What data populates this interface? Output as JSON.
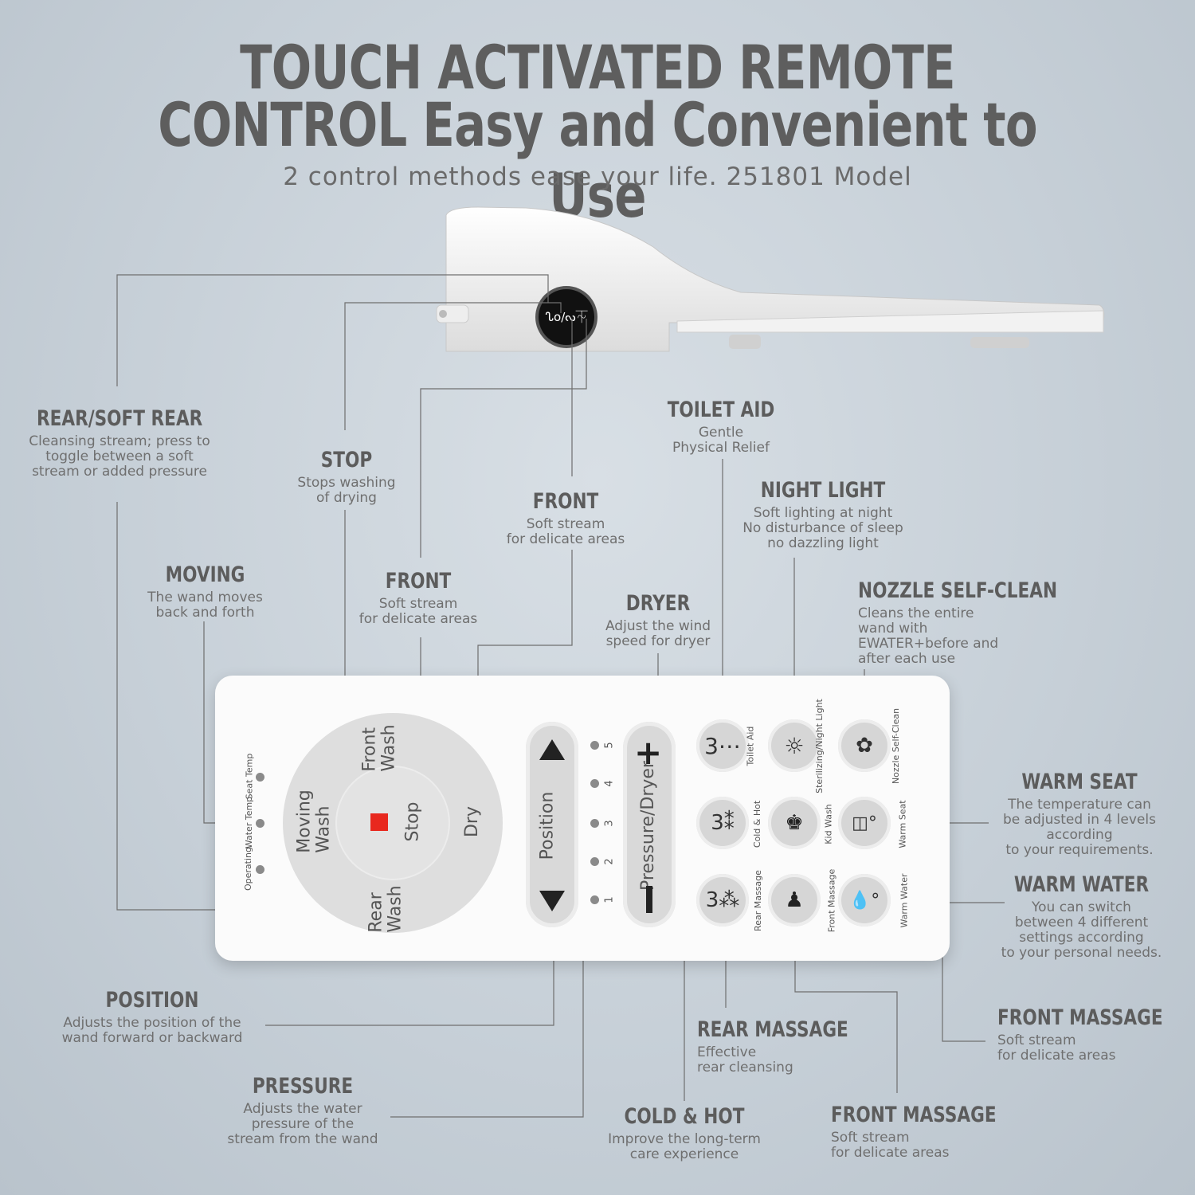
{
  "header": {
    "title_line1": "TOUCH ACTIVATED REMOTE",
    "title_line2": "CONTROL Easy and Convenient to Use",
    "subtitle": "2 control methods ease your life.  251801 Model"
  },
  "seat": {
    "knob_glyphs": "ᔐo/ᔓ⏇"
  },
  "labels": {
    "rear_soft_rear": {
      "title": "REAR/SOFT REAR",
      "desc": "Cleansing stream; press to\ntoggle between a soft\nstream or added pressure"
    },
    "stop": {
      "title": "STOP",
      "desc": "Stops washing\nof drying"
    },
    "front_upper": {
      "title": "FRONT",
      "desc": "Soft stream\nfor delicate areas"
    },
    "front_lower": {
      "title": "FRONT",
      "desc": "Soft stream\nfor delicate areas"
    },
    "moving": {
      "title": "MOVING",
      "desc": "The wand moves\nback and forth"
    },
    "toilet_aid": {
      "title": "TOILET AID",
      "desc": "Gentle\nPhysical Relief"
    },
    "night_light": {
      "title": "NIGHT LIGHT",
      "desc": "Soft lighting at night\nNo disturbance of sleep\nno dazzling light"
    },
    "dryer": {
      "title": "DRYER",
      "desc": "Adjust the wind\nspeed for dryer"
    },
    "nozzle_self_clean": {
      "title": "NOZZLE SELF-CLEAN",
      "desc": "Cleans the entire\nwand with\nEWATER+before and\nafter each use"
    },
    "warm_seat": {
      "title": "WARM SEAT",
      "desc": "The temperature can\nbe adjusted in 4 levels\naccording\nto your requirements."
    },
    "warm_water": {
      "title": "WARM WATER",
      "desc": "You can switch\nbetween 4 different\nsettings according\nto your personal needs."
    },
    "position": {
      "title": "POSITION",
      "desc": "Adjusts the position of the\nwand forward or backward"
    },
    "pressure": {
      "title": "PRESSURE",
      "desc": "Adjusts the water\npressure of the\nstream from the wand"
    },
    "rear_massage": {
      "title": "REAR MASSAGE",
      "desc": "Effective\nrear cleansing"
    },
    "front_massage_right": {
      "title": "FRONT MASSAGE",
      "desc": "Soft stream\nfor delicate areas"
    },
    "cold_hot": {
      "title": "COLD & HOT",
      "desc": "Improve the long-term\ncare experience"
    },
    "front_massage_bottom": {
      "title": "FRONT MASSAGE",
      "desc": "Soft stream\nfor delicate areas"
    }
  },
  "remote": {
    "indicators": [
      "Seat Temp",
      "Water Temp",
      "Operating"
    ],
    "dial": {
      "front_wash": "Front\nWash",
      "moving_wash": "Moving\nWash",
      "rear_wash": "Rear\nWash",
      "dry": "Dry",
      "stop": "Stop"
    },
    "position_label": "Position",
    "pressure_label": "Pressure/Dryer",
    "levels": [
      "5",
      "4",
      "3",
      "2",
      "1"
    ],
    "button_labels": {
      "toilet_aid": "Toilet Aid",
      "sterilizing": "Sterilizing/Night Light",
      "nozzle": "Nozzle Self-Clean",
      "cold_hot": "Cold & Hot",
      "kid_wash": "Kid Wash",
      "warm_seat": "Warm Seat",
      "rear_massage": "Rear Massage",
      "front_massage": "Front Massage",
      "warm_water": "Warm Water"
    },
    "colors": {
      "stop_square": "#e8281e",
      "button_grey": "#d6d6d6",
      "body": "#fbfbfb"
    }
  }
}
